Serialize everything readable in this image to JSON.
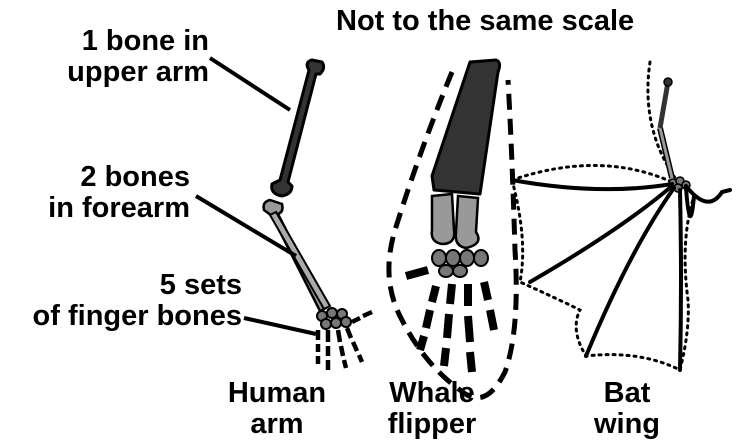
{
  "title": "Not to the same scale",
  "callouts": {
    "upper_arm": [
      "1 bone in",
      "upper arm"
    ],
    "forearm": [
      "2 bones",
      "in forearm"
    ],
    "fingers": [
      "5 sets",
      "of finger bones"
    ]
  },
  "captions": {
    "human": [
      "Human",
      "arm"
    ],
    "whale": [
      "Whale",
      "flipper"
    ],
    "bat": [
      "Bat",
      "wing"
    ]
  },
  "colors": {
    "upper_arm_bone": "#333333",
    "forearm_bone": "#999999",
    "wrist_bone": "#777777",
    "finger_bone": "#000000",
    "outline": "#000000"
  }
}
